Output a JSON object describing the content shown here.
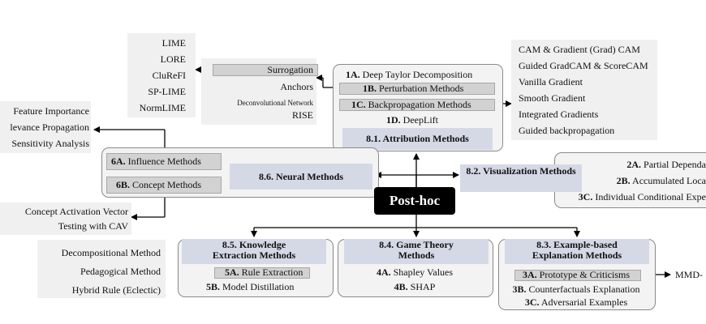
{
  "center": {
    "label": "Post-hoc"
  },
  "attribution": {
    "header": "8.1. Attribution Methods",
    "items": [
      {
        "id": "1A.",
        "label": "Deep Taylor Decomposition"
      },
      {
        "id": "1B.",
        "label": "Perturbation Methods"
      },
      {
        "id": "1C.",
        "label": "Backpropagation Methods"
      },
      {
        "id": "1D.",
        "label": "DeepLift"
      }
    ]
  },
  "perturbation_details": [
    "Surrogation",
    "Anchors",
    "Deconvolutional Network",
    "RISE"
  ],
  "surrogation_details": [
    "LIME",
    "LORE",
    "CluReFI",
    "SP-LIME",
    "NormLIME"
  ],
  "backprop_details": [
    "CAM & Gradient (Grad) CAM",
    "Guided GradCAM & ScoreCAM",
    "Vanilla Gradient",
    "Smooth Gradient",
    "Integrated Gradients",
    "Guided backpropagation"
  ],
  "visualization": {
    "header": "8.2. Visualization Methods",
    "items": [
      {
        "id": "2A.",
        "label": "Partial Dependa"
      },
      {
        "id": "2B.",
        "label": "Accumulated Loca"
      },
      {
        "id": "3C.",
        "label": "Individual Conditional Expe"
      }
    ]
  },
  "neural": {
    "header": "8.6. Neural Methods",
    "items": [
      {
        "id": "6A.",
        "label": "Influence Methods"
      },
      {
        "id": "6B.",
        "label": "Concept Methods"
      }
    ]
  },
  "influence_details": [
    "Feature Importance",
    "levance Propagation",
    "Sensitivity Analysis"
  ],
  "concept_details": [
    "Concept Activation Vector",
    "Testing with CAV"
  ],
  "knowledge": {
    "header_line1": "8.5. Knowledge",
    "header_line2": "Extraction Methods",
    "items": [
      {
        "id": "5A.",
        "label": "Rule Extraction"
      },
      {
        "id": "5B.",
        "label": "Model Distillation"
      }
    ]
  },
  "rule_details": [
    "Decompositional Method",
    "Pedagogical Method",
    "Hybrid Rule (Eclectic)"
  ],
  "game": {
    "header_line1": "8.4. Game Theory",
    "header_line2": "Methods",
    "items": [
      {
        "id": "4A.",
        "label": "Shapley Values"
      },
      {
        "id": "4B.",
        "label": "SHAP"
      }
    ]
  },
  "example": {
    "header_line1": "8.3. Example-based",
    "header_line2": "Explanation Methods",
    "items": [
      {
        "id": "3A.",
        "label": "Prototype & Criticisms"
      },
      {
        "id": "3B.",
        "label": "Counterfactuals Explanation"
      },
      {
        "id": "3C.",
        "label": "Adversarial Examples"
      }
    ]
  },
  "prototype_detail": "MMD-"
}
